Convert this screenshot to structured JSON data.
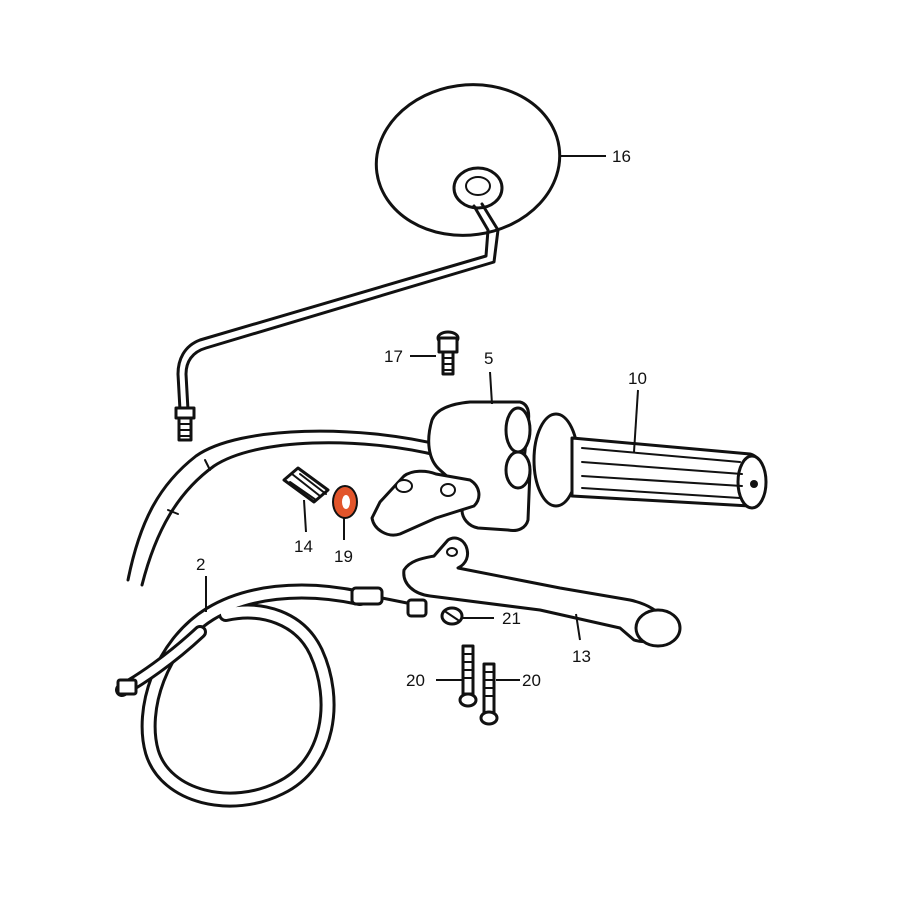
{
  "diagram": {
    "colors": {
      "line": "#111111",
      "fill": "#ffffff",
      "highlight": "#e2552b"
    },
    "callouts": {
      "c16": "16",
      "c17": "17",
      "c5": "5",
      "c10": "10",
      "c14": "14",
      "c19": "19",
      "c2": "2",
      "c21": "21",
      "c13": "13",
      "c20a": "20",
      "c20b": "20"
    },
    "highlighted_part": "19"
  }
}
